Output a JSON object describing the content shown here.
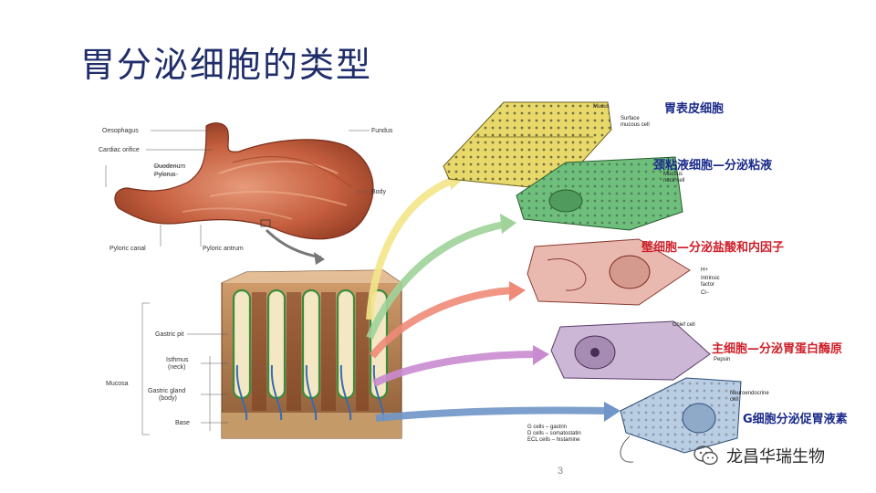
{
  "slide": {
    "title": "胃分泌细胞的类型",
    "page_number": "3"
  },
  "stomach_labels": {
    "oesophagus": "Oesophagus",
    "cardiac_orifice": "Cardiac orifice",
    "duodenum": "Duodenum",
    "pylorus": "Pylorus",
    "fundus": "Fundus",
    "body": "Body",
    "pyloric_canal": "Pyloric canal",
    "pyloric_antrum": "Pyloric antrum"
  },
  "mucosa_labels": {
    "gastric_pit": "Gastric pit",
    "isthmus_1": "Isthmus",
    "isthmus_2": "(neck)",
    "mucosa": "Mucosa",
    "gastric_gland_1": "Gastric gland",
    "gastric_gland_2": "(body)",
    "base": "Base"
  },
  "cells": [
    {
      "title": "胃表皮细胞",
      "color": "#1a2a8a",
      "small_labels": [
        "Mucus",
        "Surface",
        "mucous cell"
      ],
      "fill": "#e9d96a"
    },
    {
      "title": "颈粘液细胞—分泌粘液",
      "color": "#1a2a8a",
      "small_labels": [
        "Mucous",
        "neck cell"
      ],
      "fill": "#6fbf7c"
    },
    {
      "title": "壁细胞—分泌盐酸和内因子",
      "color": "#d0202a",
      "small_labels": [
        "H+",
        "Intrinsic",
        "factor",
        "Cl−"
      ],
      "fill": "#e9b9b0"
    },
    {
      "title": "主细胞—分泌胃蛋白酶原",
      "color": "#d0202a",
      "small_labels": [
        "Chief cell",
        "Pepsin"
      ],
      "fill": "#cdb7d6"
    },
    {
      "title": "G细胞分泌促胃液素",
      "color": "#1a2a8a",
      "small_labels": [
        "Neuroendocrine",
        "cell",
        "G cells  – gastrin",
        "D cells  – somatostatin",
        "ECL cells – histamine"
      ],
      "fill": "#b9cde3"
    }
  ],
  "arrow_colors": [
    "#f3e58a",
    "#9fd39a",
    "#ef8a78",
    "#c98bd0",
    "#6f95c9"
  ],
  "watermark": {
    "text": "龙昌华瑞生物",
    "icon": "wechat-icon"
  }
}
